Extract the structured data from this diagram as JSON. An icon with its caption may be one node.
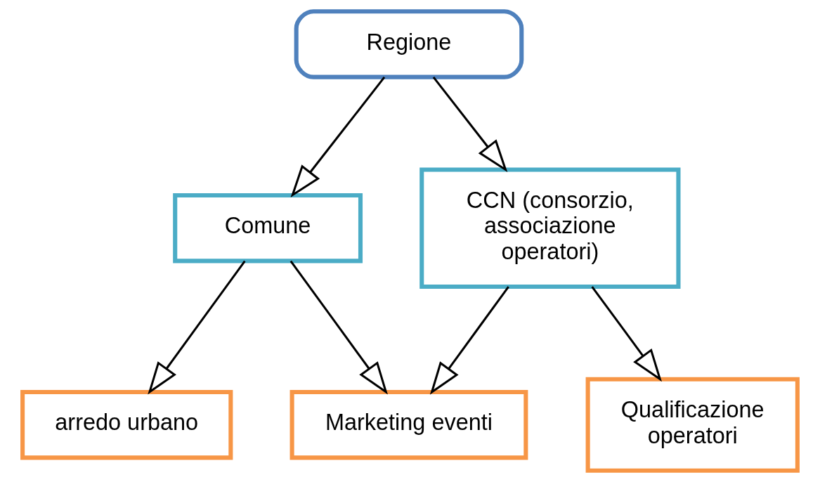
{
  "diagram": {
    "nodes": [
      {
        "text": [
          "Regione"
        ]
      },
      {
        "text": [
          "Comune"
        ]
      },
      {
        "text": [
          "CCN (consorzio, associazione operatori)"
        ]
      },
      {
        "text": [
          "arredo urbano"
        ]
      },
      {
        "text": [
          "Marketing eventi"
        ]
      },
      {
        "text": [
          "Qualificazione operatori"
        ]
      }
    ],
    "edges": [
      {
        "from": 0,
        "to": 1,
        "arrow": "to"
      },
      {
        "from": 0,
        "to": 2,
        "arrow": "to"
      },
      {
        "from": 1,
        "to": 3,
        "arrow": "to"
      },
      {
        "from": 1,
        "to": 4,
        "arrow": "to"
      },
      {
        "from": 2,
        "to": 4,
        "arrow": "to"
      },
      {
        "from": 2,
        "to": 5,
        "arrow": "to"
      }
    ]
  }
}
